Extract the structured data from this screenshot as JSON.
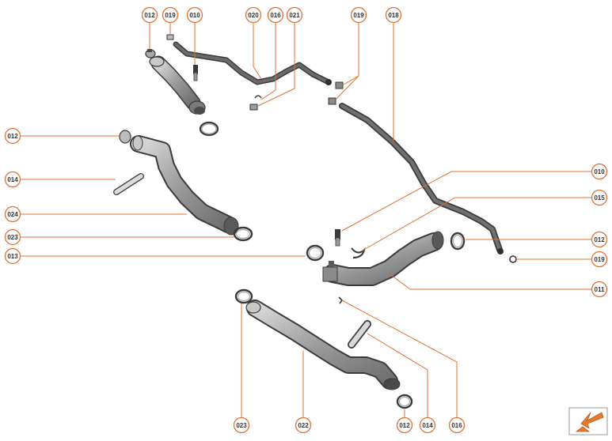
{
  "colors": {
    "accent": "#e07030",
    "hose_dark": "#555555",
    "hose_mid": "#8f8f8f",
    "hose_light": "#c9c9c9",
    "outline": "#3a3a3a"
  },
  "callouts": [
    {
      "id": "c012-top",
      "label": "012"
    },
    {
      "id": "c019-top",
      "label": "019"
    },
    {
      "id": "c010-top",
      "label": "010"
    },
    {
      "id": "c020",
      "label": "020"
    },
    {
      "id": "c016-top",
      "label": "016"
    },
    {
      "id": "c021",
      "label": "021"
    },
    {
      "id": "c019-mid",
      "label": "019"
    },
    {
      "id": "c018",
      "label": "018"
    },
    {
      "id": "c012-left",
      "label": "012"
    },
    {
      "id": "c014-left",
      "label": "014"
    },
    {
      "id": "c024",
      "label": "024"
    },
    {
      "id": "c023-left",
      "label": "023"
    },
    {
      "id": "c013",
      "label": "013"
    },
    {
      "id": "c010-right",
      "label": "010"
    },
    {
      "id": "c015",
      "label": "015"
    },
    {
      "id": "c012-right",
      "label": "012"
    },
    {
      "id": "c019-right",
      "label": "019"
    },
    {
      "id": "c011",
      "label": "011"
    },
    {
      "id": "c023-bottom",
      "label": "023"
    },
    {
      "id": "c022",
      "label": "022"
    },
    {
      "id": "c012-bottom",
      "label": "012"
    },
    {
      "id": "c014-bottom",
      "label": "014"
    },
    {
      "id": "c016-bottom",
      "label": "016"
    }
  ],
  "nav": {
    "icon": "orange-arrow-down-left-icon"
  }
}
